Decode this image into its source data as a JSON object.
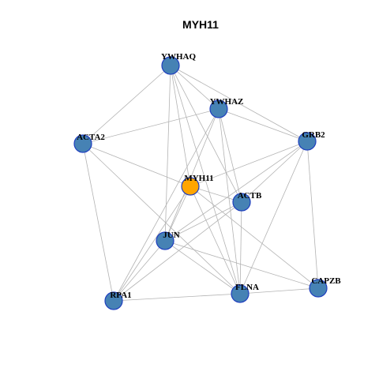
{
  "title": "MYH11",
  "colors": {
    "node_default": "#4682b4",
    "node_highlight": "#ffa500",
    "node_border": "#1f3fbf",
    "edge": "#b3b3b3"
  },
  "nodes": [
    {
      "id": "YWHAQ",
      "label": "YWHAQ"
    },
    {
      "id": "YWHAZ",
      "label": "YWHAZ"
    },
    {
      "id": "ACTA2",
      "label": "ACTA2"
    },
    {
      "id": "GRB2",
      "label": "GRB2"
    },
    {
      "id": "MYH11",
      "label": "MYH11",
      "highlight": true
    },
    {
      "id": "ACTB",
      "label": "ACTB"
    },
    {
      "id": "JUN",
      "label": "JUN"
    },
    {
      "id": "RPA1",
      "label": "RPA1"
    },
    {
      "id": "FLNA",
      "label": "FLNA"
    },
    {
      "id": "CAPZB",
      "label": "CAPZB"
    }
  ],
  "edges": [
    [
      "YWHAQ",
      "YWHAZ"
    ],
    [
      "YWHAQ",
      "GRB2"
    ],
    [
      "YWHAQ",
      "ACTA2"
    ],
    [
      "YWHAQ",
      "MYH11"
    ],
    [
      "YWHAQ",
      "ACTB"
    ],
    [
      "YWHAQ",
      "JUN"
    ],
    [
      "YWHAQ",
      "FLNA"
    ],
    [
      "YWHAZ",
      "GRB2"
    ],
    [
      "YWHAZ",
      "ACTA2"
    ],
    [
      "YWHAZ",
      "ACTB"
    ],
    [
      "YWHAZ",
      "JUN"
    ],
    [
      "YWHAZ",
      "FLNA"
    ],
    [
      "YWHAZ",
      "RPA1"
    ],
    [
      "ACTA2",
      "MYH11"
    ],
    [
      "ACTA2",
      "RPA1"
    ],
    [
      "ACTA2",
      "FLNA"
    ],
    [
      "GRB2",
      "MYH11"
    ],
    [
      "GRB2",
      "ACTB"
    ],
    [
      "GRB2",
      "JUN"
    ],
    [
      "GRB2",
      "FLNA"
    ],
    [
      "GRB2",
      "CAPZB"
    ],
    [
      "MYH11",
      "ACTB"
    ],
    [
      "MYH11",
      "JUN"
    ],
    [
      "MYH11",
      "FLNA"
    ],
    [
      "MYH11",
      "CAPZB"
    ],
    [
      "MYH11",
      "RPA1"
    ],
    [
      "ACTB",
      "JUN"
    ],
    [
      "ACTB",
      "FLNA"
    ],
    [
      "ACTB",
      "RPA1"
    ],
    [
      "JUN",
      "RPA1"
    ],
    [
      "JUN",
      "FLNA"
    ],
    [
      "JUN",
      "CAPZB"
    ],
    [
      "RPA1",
      "FLNA"
    ],
    [
      "FLNA",
      "CAPZB"
    ]
  ]
}
